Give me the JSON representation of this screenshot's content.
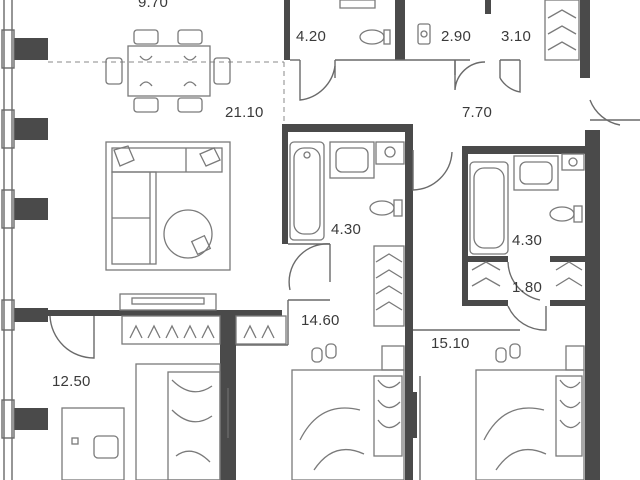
{
  "rooms": [
    {
      "id": "dining-top",
      "area": "9.70"
    },
    {
      "id": "wc",
      "area": "4.20"
    },
    {
      "id": "laundry",
      "area": "2.90"
    },
    {
      "id": "closet-top",
      "area": "3.10"
    },
    {
      "id": "living",
      "area": "21.10"
    },
    {
      "id": "hall",
      "area": "7.70"
    },
    {
      "id": "bath-left",
      "area": "4.30"
    },
    {
      "id": "bath-right",
      "area": "4.30"
    },
    {
      "id": "closet-right",
      "area": "1.80"
    },
    {
      "id": "bedroom-middle",
      "area": "14.60"
    },
    {
      "id": "bedroom-right",
      "area": "15.10"
    },
    {
      "id": "bedroom-left",
      "area": "12.50"
    }
  ],
  "colors": {
    "wall": "#4a4a4a",
    "line": "#6a6a6a",
    "background": "#ffffff",
    "text": "#3a3a3a"
  }
}
